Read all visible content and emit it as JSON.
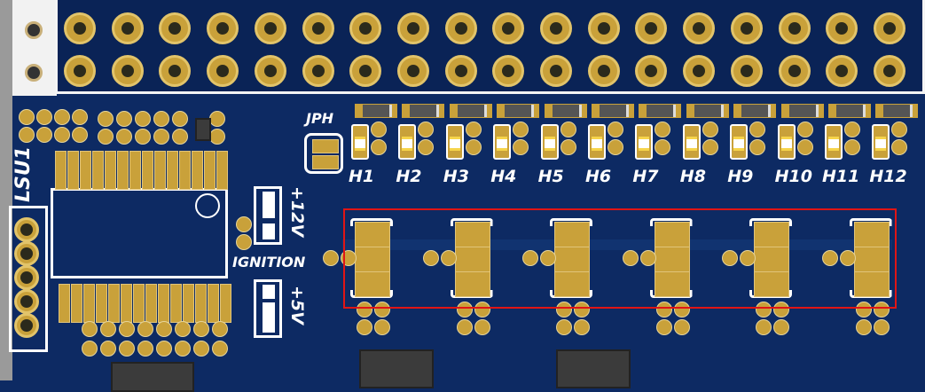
{
  "board": {
    "colors": {
      "soldermask": "#0d2a63",
      "copper": "#c9a13a",
      "silkscreen": "#ffffff",
      "highlight": "#e01515"
    },
    "labels": {
      "lsu": "LSU1",
      "jph": "JPH",
      "plus12v": "+12V",
      "ignition": "IGNITION",
      "plus5v": "+5V"
    },
    "heater_labels": [
      "H1",
      "H2",
      "H3",
      "H4",
      "H5",
      "H6",
      "H7",
      "H8",
      "H9",
      "H10",
      "H11",
      "H12"
    ],
    "highlight": "red-rectangle-around-power-pads"
  }
}
